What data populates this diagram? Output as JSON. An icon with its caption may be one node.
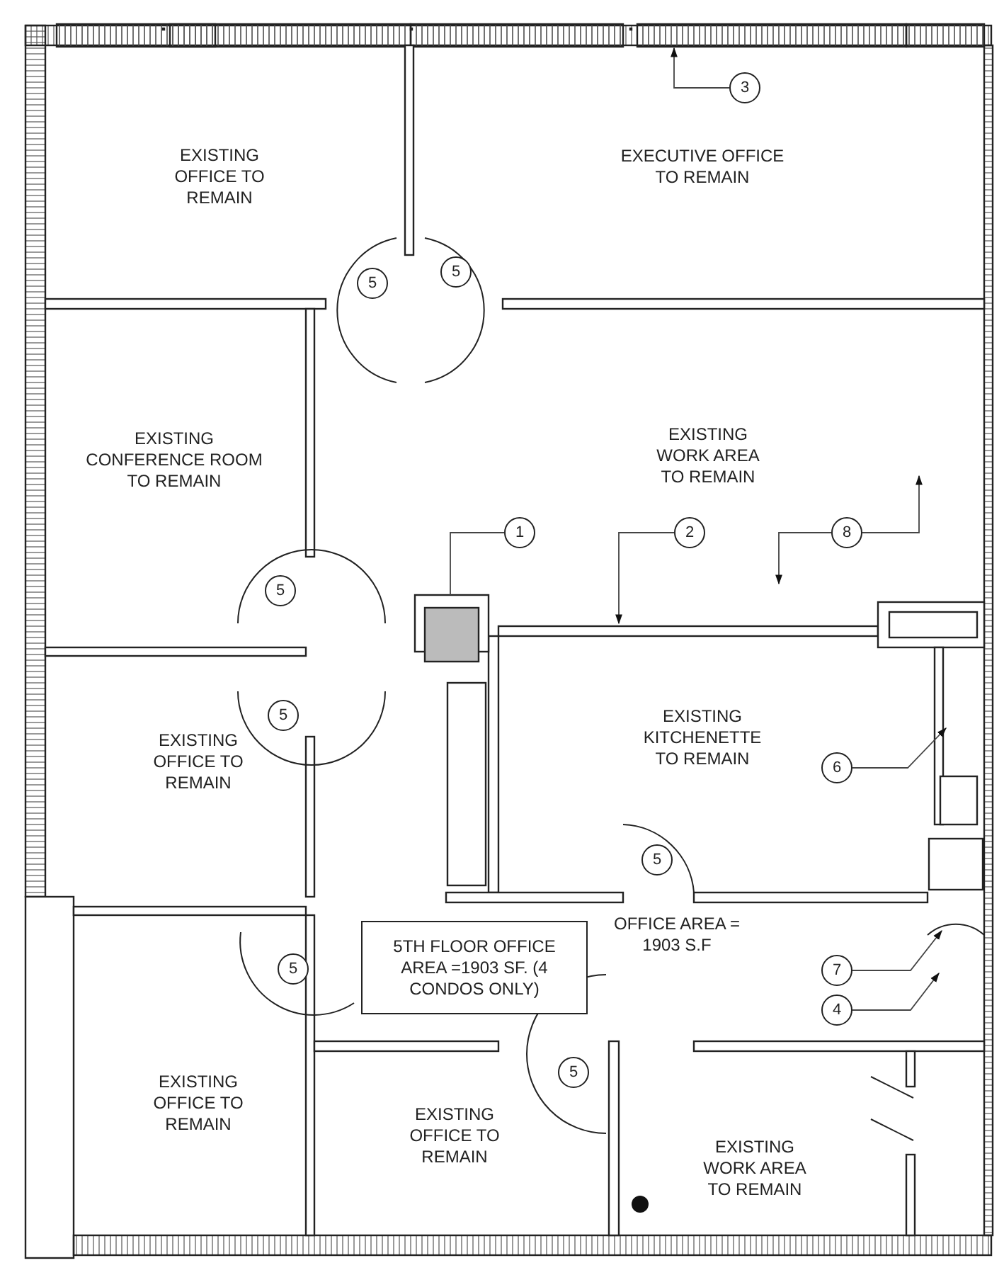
{
  "diagram": {
    "nodes": [
      {
        "text": [
          "3"
        ]
      },
      {
        "text": [
          "5"
        ]
      },
      {
        "text": [
          "5"
        ]
      },
      {
        "text": [
          "1"
        ]
      },
      {
        "text": [
          "2"
        ]
      },
      {
        "text": [
          "8"
        ]
      },
      {
        "text": [
          "5"
        ]
      },
      {
        "text": [
          "5"
        ]
      },
      {
        "text": [
          "6"
        ]
      },
      {
        "text": [
          "5"
        ]
      },
      {
        "text": [
          "5TH FLOOR OFFICE AREA =1903 SF. (4 CONDOS ONLY)"
        ]
      },
      {
        "text": [
          "5"
        ]
      },
      {
        "text": [
          "7"
        ]
      },
      {
        "text": [
          "4"
        ]
      },
      {
        "text": [
          "5"
        ]
      }
    ],
    "edges": [
      {
        "from": 0,
        "to": null,
        "arrow": "to"
      },
      {
        "from": 3,
        "to": null,
        "arrow": "none"
      },
      {
        "from": 4,
        "to": null,
        "arrow": "to"
      },
      {
        "from": 5,
        "to": null,
        "arrow": "to"
      },
      {
        "from": 5,
        "to": null,
        "arrow": "to"
      },
      {
        "from": 8,
        "to": null,
        "arrow": "to"
      },
      {
        "from": 12,
        "to": null,
        "arrow": "to"
      },
      {
        "from": 13,
        "to": null,
        "arrow": "to"
      }
    ],
    "labels": [
      "EXISTING OFFICE TO REMAIN",
      "EXECUTIVE OFFICE TO REMAIN",
      "EXISTING CONFERENCE ROOM TO REMAIN",
      "EXISTING WORK AREA TO REMAIN",
      "EXISTING OFFICE TO REMAIN",
      "EXISTING KITCHENETTE TO REMAIN",
      "OFFICE AREA = 1903 S.F",
      "EXISTING OFFICE TO REMAIN",
      "EXISTING OFFICE TO REMAIN",
      "EXISTING WORK AREA TO REMAIN"
    ]
  }
}
